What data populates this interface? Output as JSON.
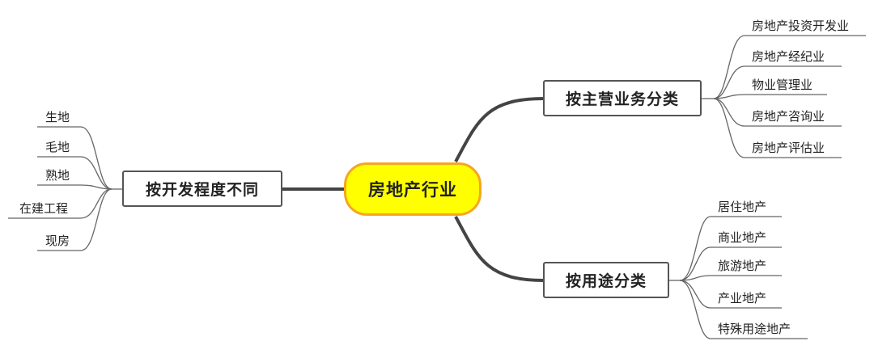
{
  "mindmap": {
    "root": {
      "label": "房地产行业"
    },
    "branches": [
      {
        "label": "按主营业务分类",
        "leaves": [
          "房地产投资开发业",
          "房地产经纪业",
          "物业管理业",
          "房地产咨询业",
          "房地产评估业"
        ]
      },
      {
        "label": "按用途分类",
        "leaves": [
          "居住地产",
          "商业地产",
          "旅游地产",
          "产业地产",
          "特殊用途地产"
        ]
      },
      {
        "label": "按开发程度不同",
        "leaves": [
          "生地",
          "毛地",
          "熟地",
          "在建工程",
          "现房"
        ]
      }
    ]
  },
  "colors": {
    "root_fill": "#ffff00",
    "root_border": "#f5a623",
    "line": "#555555",
    "leaf_line": "#666666"
  }
}
